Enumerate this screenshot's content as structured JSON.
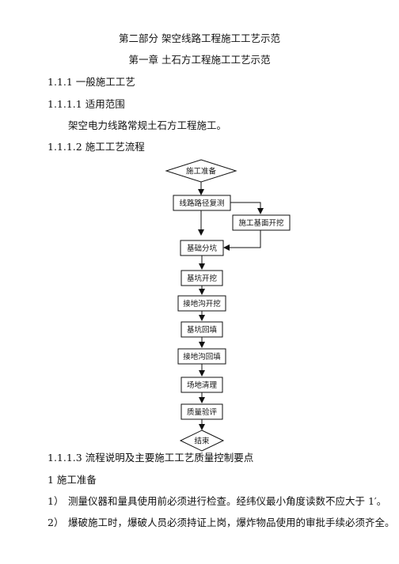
{
  "document": {
    "part_title": "第二部分 架空线路工程施工工艺示范",
    "chapter_title": "第一章 土石方工程施工工艺示范",
    "section_1": "1.1.1 一般施工工艺",
    "section_1_1": "1.1.1.1 适用范围",
    "scope_text": "架空电力线路常规土石方工程施工。",
    "section_1_2": "1.1.1.2 施工工艺流程",
    "section_1_3": "1.1.1.3 流程说明及主要施工工艺质量控制要点",
    "item_1_heading": "1 施工准备",
    "list": [
      {
        "num": "1）",
        "text": "测量仪器和量具使用前必须进行检查。经纬仪最小角度读数不应大于 1′。"
      },
      {
        "num": "2）",
        "text": "爆破施工时，爆破人员必须持证上岗，爆炸物品使用的审批手续必须齐全。"
      }
    ]
  },
  "flowchart": {
    "start": "施工准备",
    "step_route": "线路路径复测",
    "step_base": "施工基面开挖",
    "step_divide": "基础分坑",
    "step_pit": "基坑开挖",
    "step_ground_trench": "接地沟开挖",
    "step_pit_backfill": "基坑回填",
    "step_ground_backfill": "接地沟回填",
    "step_clean": "场地清理",
    "step_quality": "质量验评",
    "end": "结束"
  }
}
